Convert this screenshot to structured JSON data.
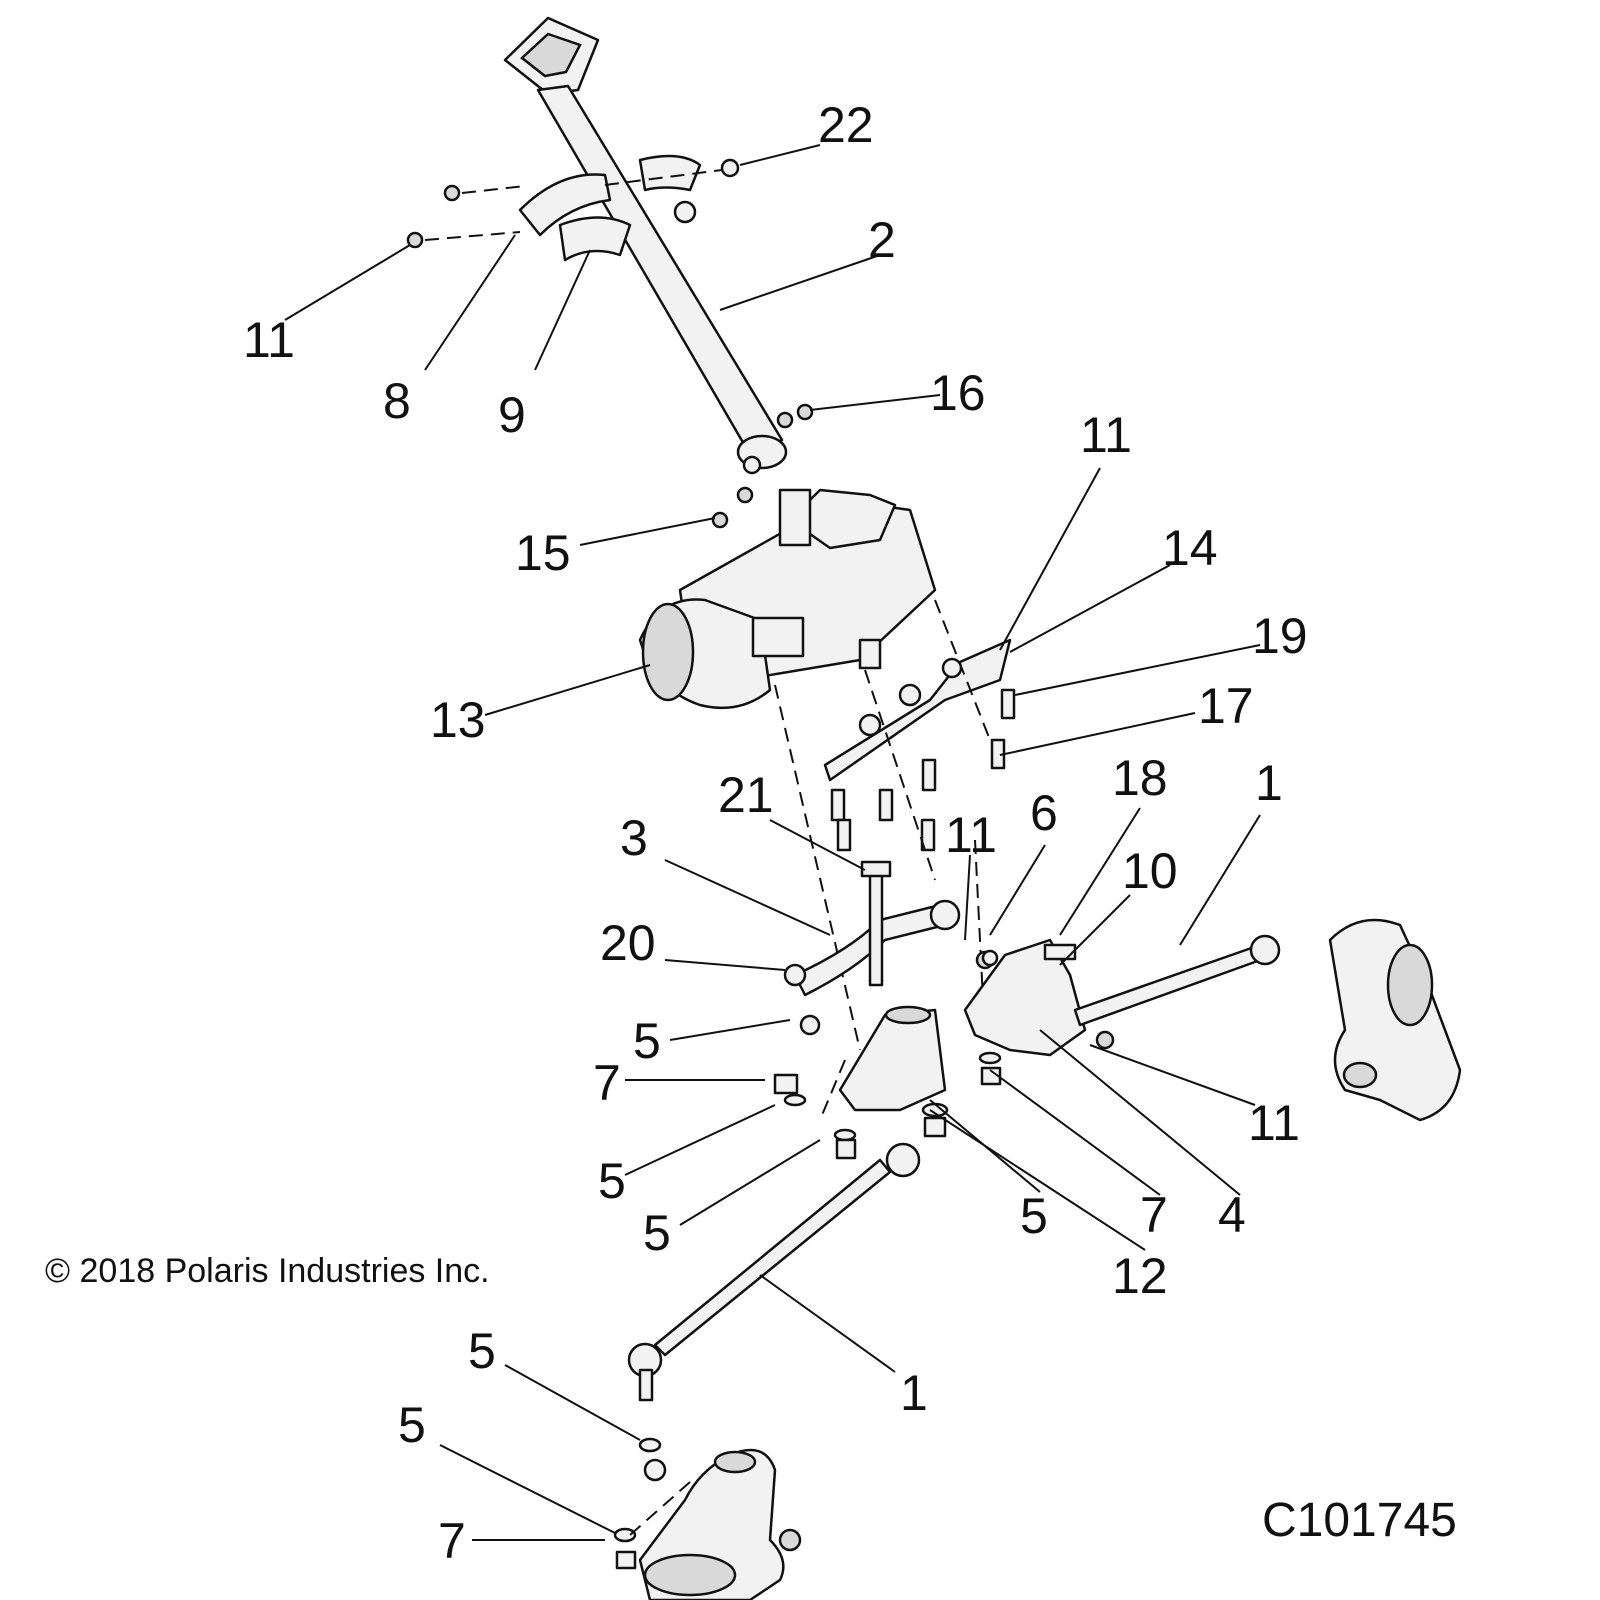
{
  "copyright": "© 2018 Polaris Industries Inc.",
  "figure_id": "C101745",
  "callouts": [
    "22",
    "2",
    "11",
    "8",
    "9",
    "16",
    "11",
    "14",
    "15",
    "19",
    "13",
    "17",
    "21",
    "18",
    "1",
    "11",
    "6",
    "3",
    "10",
    "20",
    "5",
    "7",
    "11",
    "5",
    "5",
    "5",
    "7",
    "4",
    "12",
    "1",
    "5",
    "5",
    "7"
  ]
}
